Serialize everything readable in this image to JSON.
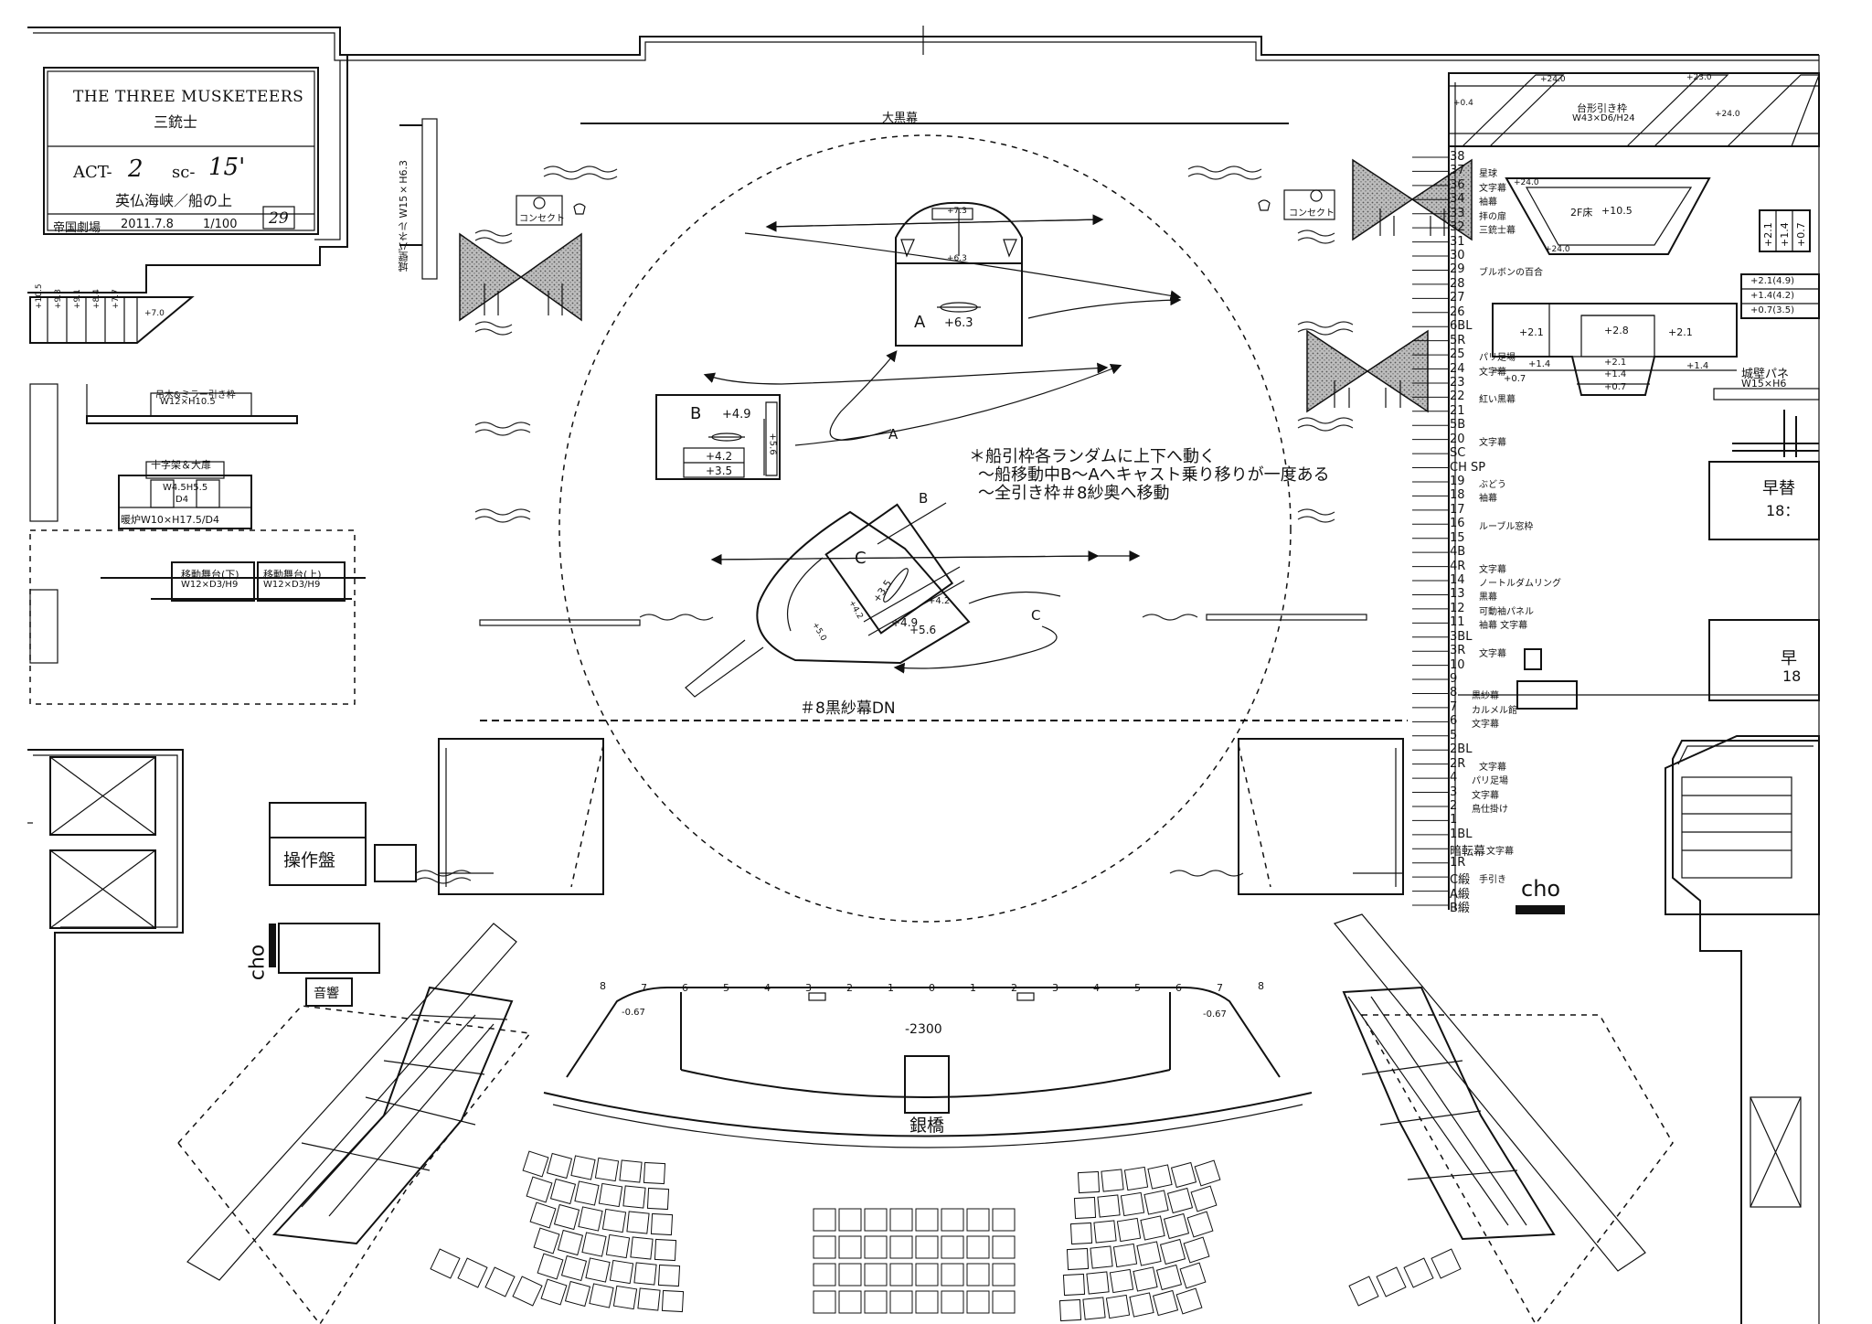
{
  "title_block": {
    "title_en": "THE THREE MUSKETEERS",
    "title_jp": "三銃士",
    "act_label": "ACT-",
    "act_value": "2",
    "scene_label": "sc-",
    "scene_value": "15'",
    "scene_name": "英仏海峡／船の上",
    "venue": "帝国劇場",
    "date": "2011.7.8",
    "scale": "1/100",
    "page_number": "29"
  },
  "stage_labels": {
    "black_curtain": "大黒幕",
    "castle_wall_panel": "城壁パネル W15×H6.3",
    "concert_left": "コンセクト",
    "concert_right": "コンセクト",
    "trapezoid_frame": "台形引き枠",
    "trapezoid_frame_dims": "W43×D6/H24",
    "floor_2f": "2F床",
    "floor_2f_height": "+10.5",
    "mirror_frame": "吊木&ミラー引き枠",
    "mirror_frame_dims": "W12×H10.5",
    "cross_frame": "十字架＆大扉",
    "cross_frame_dims": "W4.5H5.5",
    "cross_frame_d4": "D4",
    "fireplace": "暖炉W10×H17.5/D4",
    "moving_stage_lower": "移動舞台(下)",
    "moving_stage_lower_dims": "W12×D3/H9",
    "moving_stage_upper": "移動舞台(上)",
    "moving_stage_upper_dims": "W12×D3/H9",
    "gauze_curtain": "＃8黒紗幕DN",
    "control_panel": "操作盤",
    "sound": "音響",
    "cho_left": "cho",
    "cho_right": "cho",
    "bridge": "銀橋",
    "pit_depth": "-2300",
    "pit_left": "-0.67",
    "pit_right": "-0.67",
    "castle_wall_right": "城壁パネ",
    "castle_wall_right_dims": "W15×H6",
    "quick_change_1": "早替",
    "quick_change_1_sub": "18：",
    "quick_change_2": "早",
    "quick_change_2_sub": "18"
  },
  "notes": {
    "line1": "＊船引枠各ランダムに上下へ動く",
    "line2": "～船移動中B～Aへキャスト乗り移りが一度ある",
    "line3": "～全引き枠＃8紗奥へ移動"
  },
  "boats": {
    "a_label": "A",
    "a_height": "+6.3",
    "a_top": "+7.3",
    "a_mid": "+6.3",
    "b_label": "B",
    "b_height": "+4.9",
    "b_step1": "+4.2",
    "b_step2": "+3.5",
    "b_side": "+5.6",
    "c_label": "C",
    "c_center": "+3.5",
    "c_step1": "+4.2",
    "c_step2": "+4.9",
    "c_step3": "+5.6",
    "c_hull": "+4.2",
    "c_bow": "+5.0",
    "path_a": "A",
    "path_b": "B",
    "path_c": "C"
  },
  "left_ramp_heights": [
    "+10.5",
    "+9.8",
    "+9.1",
    "+8.4",
    "+7.7",
    "+7.0"
  ],
  "trapezoid_heights": [
    "+0.4",
    "+24.0",
    "+23.0",
    "+24.0",
    "+24.0",
    "+24.0"
  ],
  "platform_right": {
    "top_left": "+2.1",
    "top_mid": "+2.8",
    "top_right": "+2.1",
    "row2_left": "+1.4",
    "row2_mid": "+2.1",
    "row2_right": "+1.4",
    "row3_left": "+0.7",
    "row3_mid": "+1.4",
    "row4_mid": "+0.7"
  },
  "right_steps_vertical": [
    "+2.1",
    "+1.4",
    "+0.7"
  ],
  "right_steps_rows": [
    "+2.1(4.9)",
    "+1.4(4.2)",
    "+0.7(3.5)"
  ],
  "fly_lines": [
    {
      "num": "38",
      "name": ""
    },
    {
      "num": "37",
      "name": "星球"
    },
    {
      "num": "36",
      "name": "文字幕"
    },
    {
      "num": "34",
      "name": "袖幕"
    },
    {
      "num": "33",
      "name": "拝の扉"
    },
    {
      "num": "32",
      "name": "三銃士幕"
    },
    {
      "num": "31",
      "name": ""
    },
    {
      "num": "30",
      "name": ""
    },
    {
      "num": "29",
      "name": "ブルボンの百合"
    },
    {
      "num": "28",
      "name": ""
    },
    {
      "num": "27",
      "name": ""
    },
    {
      "num": "26",
      "name": ""
    },
    {
      "num": "6BL",
      "name": ""
    },
    {
      "num": "5R",
      "name": ""
    },
    {
      "num": "25",
      "name": "パリ足場"
    },
    {
      "num": "24",
      "name": "文字幕"
    },
    {
      "num": "23",
      "name": ""
    },
    {
      "num": "22",
      "name": "紅い黒幕"
    },
    {
      "num": "21",
      "name": ""
    },
    {
      "num": "5B",
      "name": ""
    },
    {
      "num": "20",
      "name": "文字幕"
    },
    {
      "num": "SC",
      "name": ""
    },
    {
      "num": "CH SP",
      "name": ""
    },
    {
      "num": "19",
      "name": "ぶどう"
    },
    {
      "num": "18",
      "name": "袖幕"
    },
    {
      "num": "17",
      "name": ""
    },
    {
      "num": "16",
      "name": "ルーブル窓枠"
    },
    {
      "num": "15",
      "name": ""
    },
    {
      "num": "4B",
      "name": ""
    },
    {
      "num": "4R",
      "name": "文字幕"
    },
    {
      "num": "14",
      "name": "ノートルダムリング"
    },
    {
      "num": "13",
      "name": "黒幕"
    },
    {
      "num": "12",
      "name": "可動袖パネル"
    },
    {
      "num": "11",
      "name": "袖幕 文字幕"
    },
    {
      "num": "3BL",
      "name": ""
    },
    {
      "num": "3R",
      "name": "文字幕"
    },
    {
      "num": "10",
      "name": ""
    },
    {
      "num": "9",
      "name": ""
    },
    {
      "num": "8",
      "name": "黒紗幕"
    },
    {
      "num": "7",
      "name": "カルメル館"
    },
    {
      "num": "6",
      "name": "文字幕"
    },
    {
      "num": "5",
      "name": ""
    },
    {
      "num": "2BL",
      "name": ""
    },
    {
      "num": "2R",
      "name": "文字幕"
    },
    {
      "num": "4",
      "name": "パリ足場"
    },
    {
      "num": "3",
      "name": "文字幕"
    },
    {
      "num": "2",
      "name": "鳥仕掛け"
    },
    {
      "num": "1",
      "name": ""
    },
    {
      "num": "1BL",
      "name": ""
    },
    {
      "num": "暗転幕",
      "name": "文字幕"
    },
    {
      "num": "1R",
      "name": ""
    },
    {
      "num": "C緞",
      "name": "手引き"
    },
    {
      "num": "A緞",
      "name": ""
    },
    {
      "num": "B緞",
      "name": ""
    }
  ],
  "stage_numbers": [
    "8",
    "7",
    "6",
    "5",
    "4",
    "3",
    "2",
    "1",
    "0",
    "1",
    "2",
    "3",
    "4",
    "5",
    "6",
    "7",
    "8"
  ]
}
